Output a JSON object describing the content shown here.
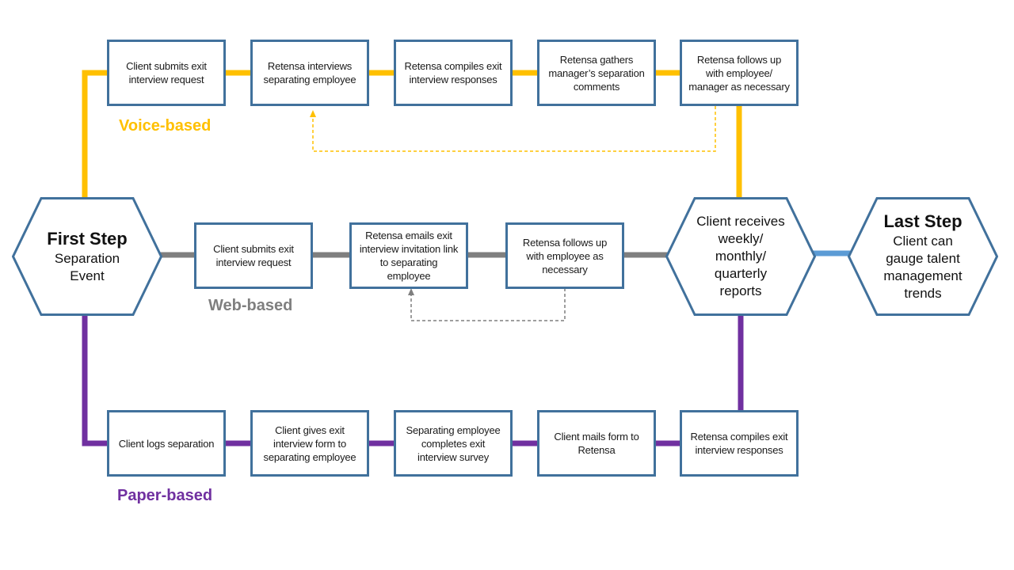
{
  "colors": {
    "voice": "#ffc000",
    "web": "#7f7f7f",
    "paper": "#7030a0",
    "final": "#5b9bd5",
    "box_border": "#41719c"
  },
  "start": {
    "heading": "First Step",
    "text_line1": "Separation",
    "text_line2": "Event"
  },
  "reports": {
    "line1": "Client receives",
    "line2": "weekly/",
    "line3": "monthly/",
    "line4": "quarterly",
    "line5": "reports"
  },
  "end": {
    "heading": "Last Step",
    "line1": "Client can",
    "line2": "gauge talent",
    "line3": "management",
    "line4": "trends"
  },
  "voice": {
    "label": "Voice-based",
    "steps": [
      "Client submits exit interview request",
      "Retensa interviews separating employee",
      "Retensa compiles exit interview responses",
      "Retensa gathers manager’s separation comments",
      "Retensa follows up with employee/ manager as necessary"
    ]
  },
  "web": {
    "label": "Web-based",
    "steps": [
      "Client submits exit interview request",
      "Retensa emails exit interview invitation link to separating employee",
      "Retensa follows up with employee as necessary"
    ]
  },
  "paper": {
    "label": "Paper-based",
    "steps": [
      "Client logs separation",
      "Client gives exit interview form to separating employee",
      "Separating employee completes exit interview survey",
      "Client mails form to Retensa",
      "Retensa compiles exit interview responses"
    ]
  }
}
